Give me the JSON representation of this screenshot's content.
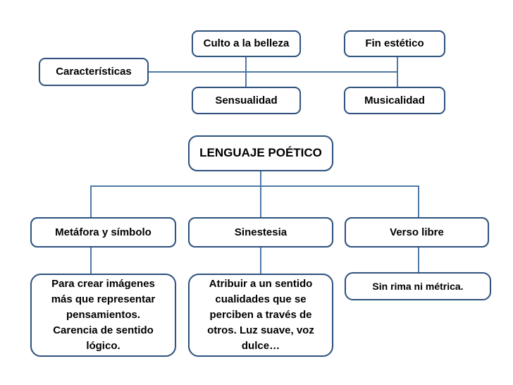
{
  "slide": {
    "background": "#ffffff",
    "colors": {
      "box_border": "#30547F",
      "box_fill": "#ffffff",
      "connector": "#4E79A6",
      "text": "#000000"
    }
  },
  "nodes": {
    "caracteristicas": "Características",
    "culto": "Culto a la belleza",
    "fin_estetico": "Fin estético",
    "sensualidad": "Sensualidad",
    "musicalidad": "Musicalidad",
    "titulo": "LENGUAJE POÉTICO",
    "metafora": "Metáfora y símbolo",
    "sinestesia": "Sinestesia",
    "verso_libre": "Verso libre",
    "metafora_desc": "Para crear imágenes\nmás que representar\npensamientos.\nCarencia de sentido\nlógico.",
    "sinestesia_desc": "Atribuir a un sentido\ncualidades que se\nperciben a través de\notros. Luz suave, voz\ndulce…",
    "verso_desc": "Sin rima ni métrica."
  }
}
